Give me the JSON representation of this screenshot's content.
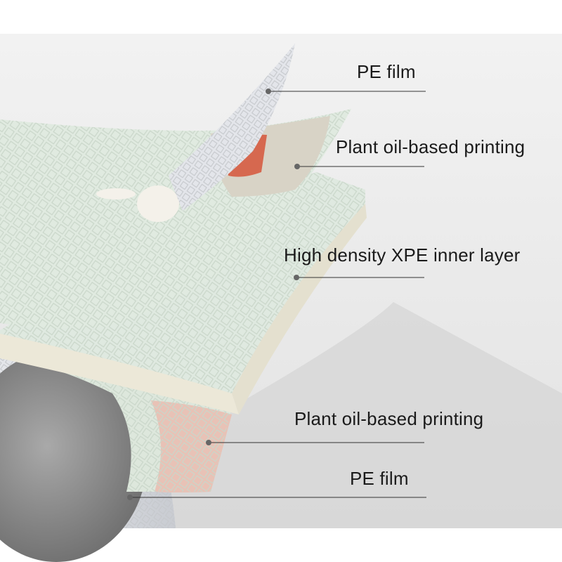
{
  "layers": [
    {
      "id": "top-pe-film",
      "label": "PE film"
    },
    {
      "id": "top-printing",
      "label": "Plant oil-based printing"
    },
    {
      "id": "xpe-core",
      "label": "High density XPE inner layer"
    },
    {
      "id": "bottom-printing",
      "label": "Plant oil-based printing"
    },
    {
      "id": "bottom-pe-film",
      "label": "PE film"
    }
  ],
  "colors": {
    "background": "#e9e9e9",
    "mint_surface": "#dfe9df",
    "foam_edge": "#ece8d8",
    "pink_print": "#e8c2b6",
    "leader_line": "#333333"
  }
}
